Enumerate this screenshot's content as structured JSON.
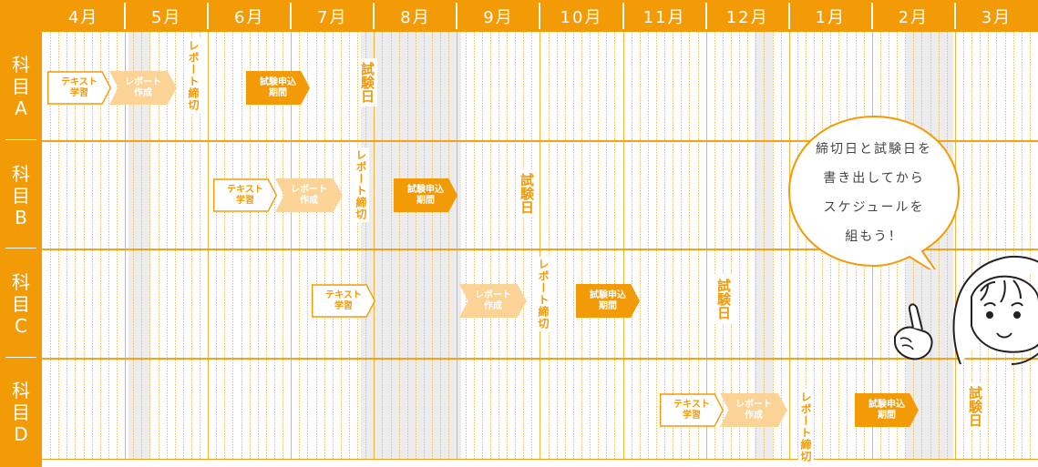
{
  "months": [
    "4月",
    "5月",
    "6月",
    "7月",
    "8月",
    "9月",
    "10月",
    "11月",
    "12月",
    "1月",
    "2月",
    "3月"
  ],
  "subjects": [
    {
      "label": [
        "科",
        "目",
        "A"
      ],
      "text_tag": "テキスト\n学習",
      "report_tag": "レポート\n作成",
      "deadline": "レポート締切",
      "apply_tag": "試験申込\n期間",
      "exam": "試験日"
    },
    {
      "label": [
        "科",
        "目",
        "B"
      ],
      "text_tag": "テキスト\n学習",
      "report_tag": "レポート\n作成",
      "deadline": "レポート締切",
      "apply_tag": "試験申込\n期間",
      "exam": "試験日"
    },
    {
      "label": [
        "科",
        "目",
        "C"
      ],
      "text_tag": "テキスト\n学習",
      "report_tag": "レポート\n作成",
      "deadline": "レポート締切",
      "apply_tag": "試験申込\n期間",
      "exam": "試験日"
    },
    {
      "label": [
        "科",
        "目",
        "D"
      ],
      "text_tag": "テキスト\n学習",
      "report_tag": "レポート\n作成",
      "deadline": "レポート締切",
      "apply_tag": "試験申込\n期間",
      "exam": "試験日"
    }
  ],
  "bubble_lines": [
    "締切日と試験日を",
    "書き出してから",
    "スケジュールを",
    "組もう！"
  ],
  "colors": {
    "orange": "#F39B06",
    "report_fill": "#FBD396",
    "shade": "#ECECEC"
  },
  "icons": [
    "person-pointing-icon",
    "speech-bubble-icon"
  ]
}
